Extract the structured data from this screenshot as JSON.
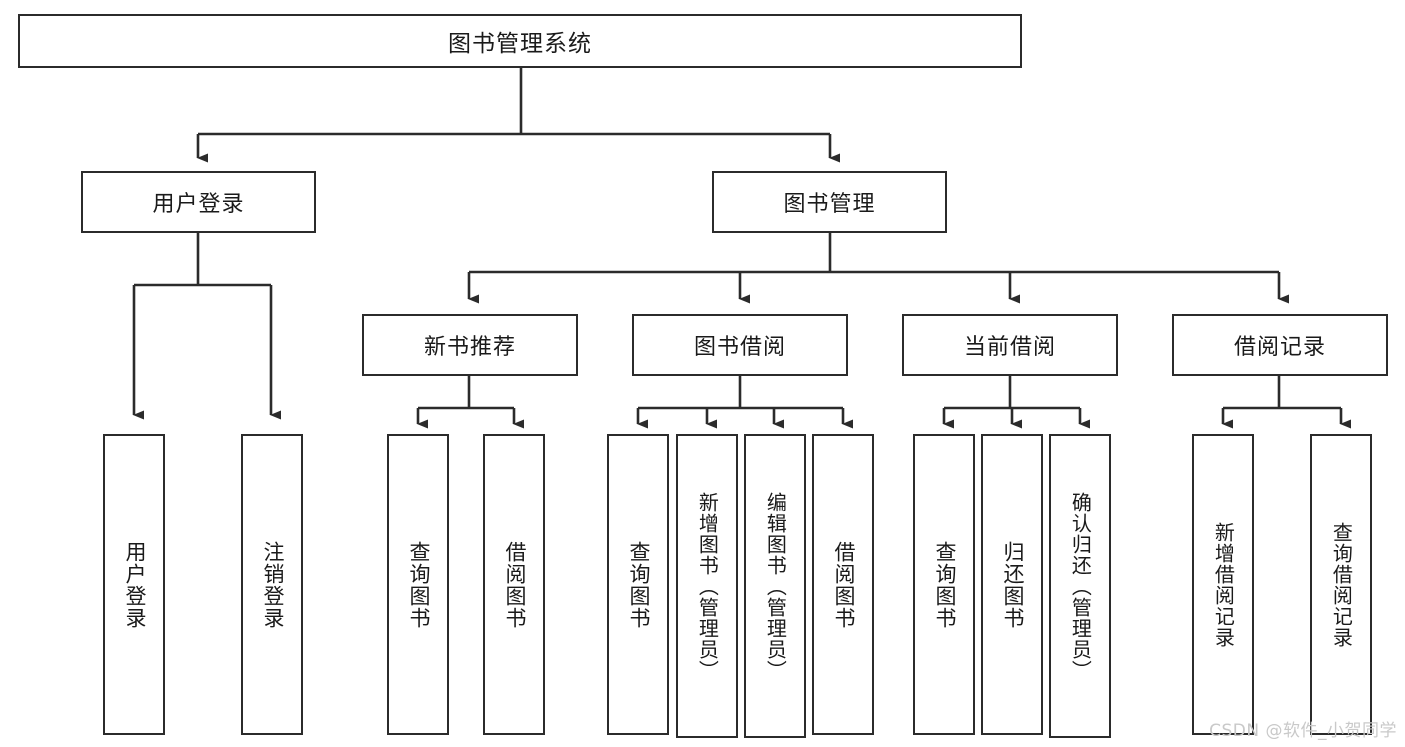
{
  "diagram": {
    "title": "图书管理系统",
    "watermark": "CSDN @软件_小贺同学",
    "line_color": "#2b2b2b",
    "box_fill": "#ffffff",
    "text_color": "#1a1a1a",
    "watermark_color": "#c9c9c9"
  },
  "root": {
    "label": "图书管理系统"
  },
  "level2": [
    {
      "label": "用户登录"
    },
    {
      "label": "图书管理"
    }
  ],
  "level3": [
    {
      "label": "新书推荐"
    },
    {
      "label": "图书借阅"
    },
    {
      "label": "当前借阅"
    },
    {
      "label": "借阅记录"
    }
  ],
  "leaves": {
    "user_login": [
      {
        "label": "用户登录"
      },
      {
        "label": "注销登录"
      }
    ],
    "new_book_recommend": [
      {
        "label": "查询图书"
      },
      {
        "label": "借阅图书"
      }
    ],
    "book_borrow": [
      {
        "label": "查询图书"
      },
      {
        "label": "新增图书（管理员）"
      },
      {
        "label": "编辑图书（管理员）"
      },
      {
        "label": "借阅图书"
      }
    ],
    "current_borrow": [
      {
        "label": "查询图书"
      },
      {
        "label": "归还图书"
      },
      {
        "label": "确认归还（管理员）"
      }
    ],
    "borrow_record": [
      {
        "label": "新增借阅记录"
      },
      {
        "label": "查询借阅记录"
      }
    ]
  }
}
